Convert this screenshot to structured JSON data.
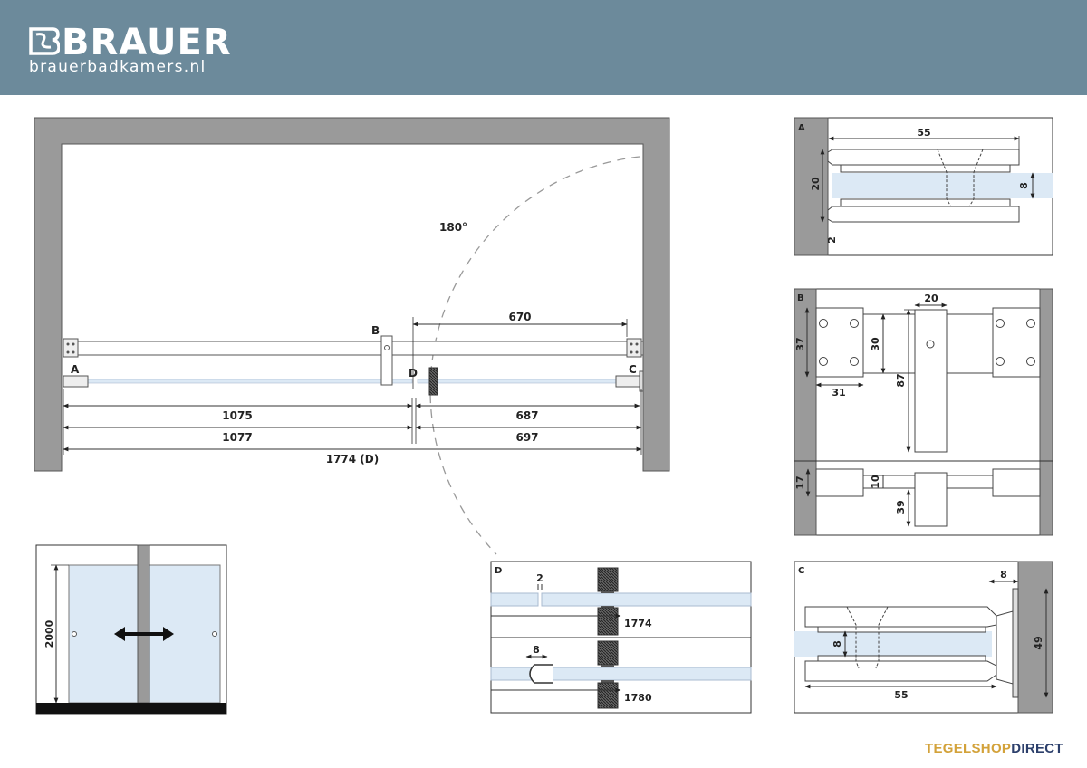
{
  "brand": {
    "name": "BRAUER",
    "website": "brauerbadkamers.nl"
  },
  "footer": {
    "part1": "TEGELSHOP",
    "part2": "DIRECT"
  },
  "colors": {
    "header": "#6c8a9b",
    "wall": "#9a9a9a",
    "glass": "#dce9f5",
    "tegel_gold": "#d3a23a",
    "tegel_navy": "#2c3f6b"
  },
  "main_plan": {
    "angle": "180°",
    "point_labels": {
      "a": "A",
      "b": "B",
      "c": "C",
      "d": "D"
    },
    "dims": {
      "top": "670",
      "row1_left": "1075",
      "row1_right": "687",
      "row2_left": "1077",
      "row2_right": "697",
      "total": "1774 (D)"
    }
  },
  "elevation": {
    "height": "2000"
  },
  "detail_a": {
    "label": "A",
    "width": "55",
    "height": "20",
    "glass": "8",
    "gap": "2"
  },
  "detail_b": {
    "label": "B",
    "d20": "20",
    "d37": "37",
    "d30": "30",
    "d87": "87",
    "d31": "31",
    "d17": "17",
    "d10": "10",
    "d39": "39"
  },
  "detail_c": {
    "label": "C",
    "gap": "8",
    "glass": "8",
    "height": "49",
    "width": "55"
  },
  "detail_d": {
    "label": "D",
    "gap": "2",
    "seal": "8",
    "w1": "1774",
    "w2": "1780"
  }
}
